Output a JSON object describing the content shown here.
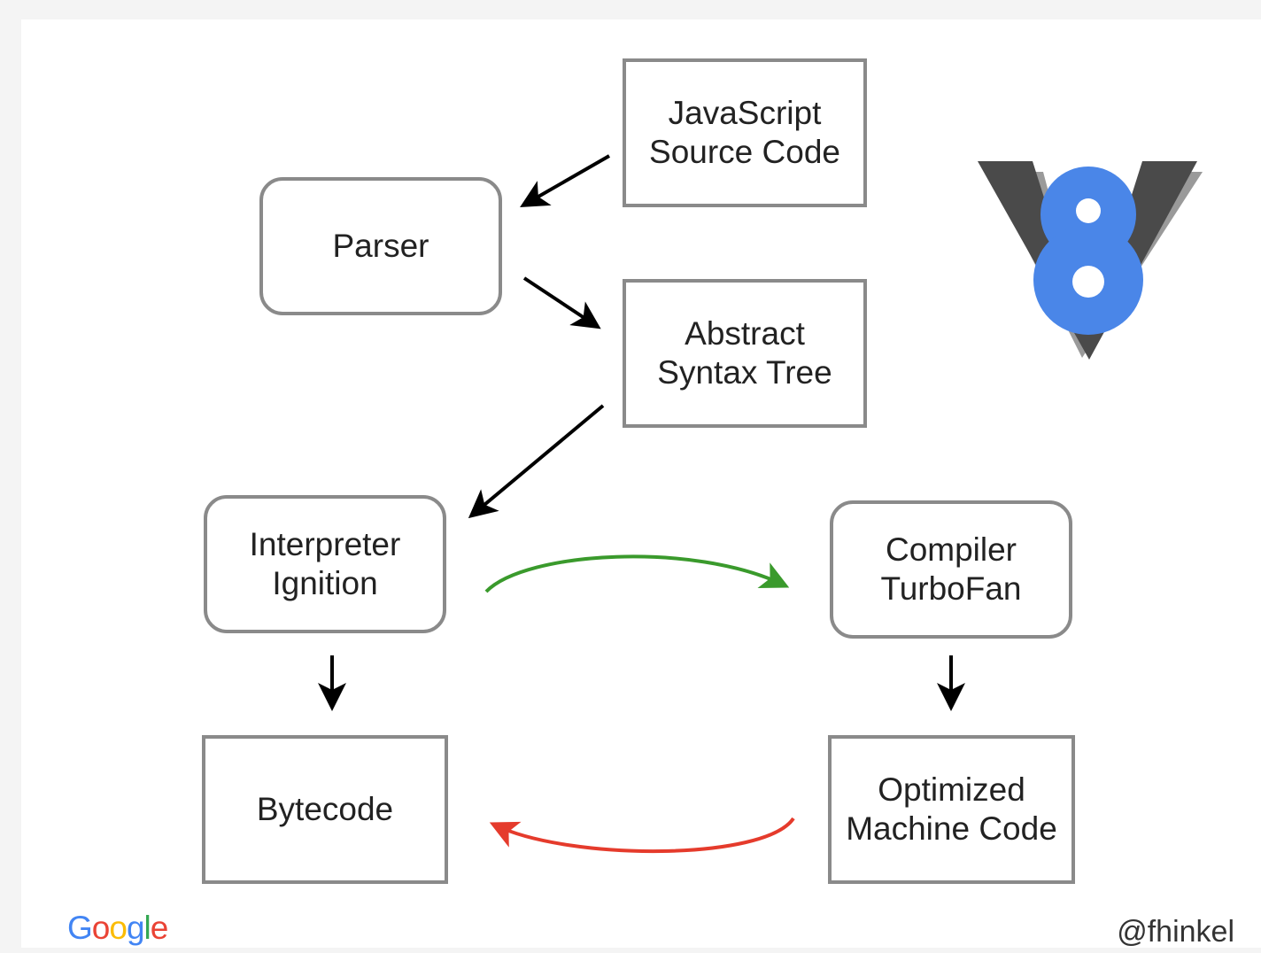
{
  "nodes": {
    "source": {
      "line1": "JavaScript",
      "line2": "Source Code"
    },
    "parser": {
      "line1": "Parser"
    },
    "ast": {
      "line1": "Abstract",
      "line2": "Syntax Tree"
    },
    "interpreter": {
      "line1": "Interpreter",
      "line2": "Ignition"
    },
    "compiler": {
      "line1": "Compiler",
      "line2": "TurboFan"
    },
    "bytecode": {
      "line1": "Bytecode"
    },
    "machine_code": {
      "line1": "Optimized",
      "line2": "Machine Code"
    }
  },
  "edges": [
    {
      "from": "source",
      "to": "parser",
      "color": "#000000"
    },
    {
      "from": "parser",
      "to": "ast",
      "color": "#000000"
    },
    {
      "from": "ast",
      "to": "interpreter",
      "color": "#000000"
    },
    {
      "from": "interpreter",
      "to": "compiler",
      "color": "#3a9a2c",
      "style": "curved"
    },
    {
      "from": "interpreter",
      "to": "bytecode",
      "color": "#000000"
    },
    {
      "from": "compiler",
      "to": "machine_code",
      "color": "#000000"
    },
    {
      "from": "machine_code",
      "to": "bytecode",
      "color": "#e53b2c",
      "style": "curved"
    }
  ],
  "logos": {
    "v8": {
      "name": "v8-logo",
      "colors": {
        "blue": "#4a86e8",
        "dark": "#4a4a4a",
        "light": "#9a9a9a"
      }
    },
    "google": {
      "text": "Google",
      "letters": [
        "G",
        "o",
        "o",
        "g",
        "l",
        "e"
      ],
      "colors": [
        "#4285f4",
        "#ea4335",
        "#fbbc05",
        "#4285f4",
        "#34a853",
        "#ea4335"
      ]
    }
  },
  "author": "@fhinkel"
}
